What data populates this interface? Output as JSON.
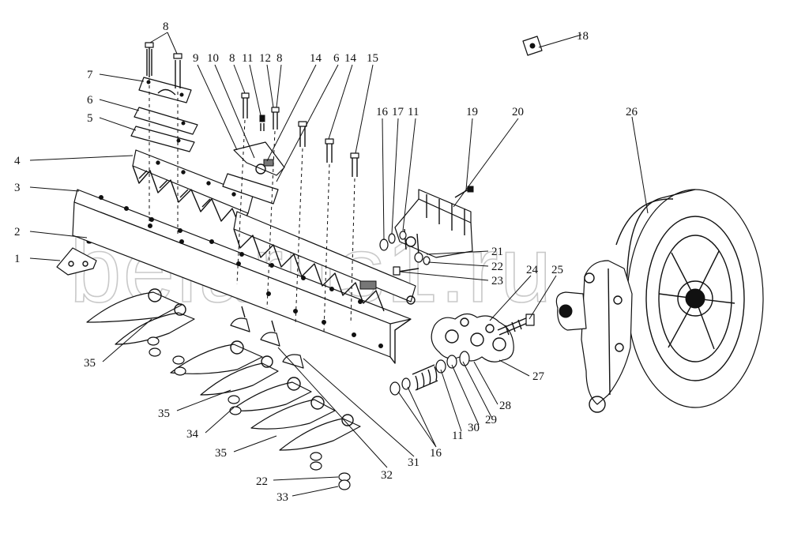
{
  "diagram": {
    "watermark": "belarus1.ru",
    "callouts": [
      {
        "id": "c1",
        "text": "1"
      },
      {
        "id": "c2",
        "text": "2"
      },
      {
        "id": "c3",
        "text": "3"
      },
      {
        "id": "c4",
        "text": "4"
      },
      {
        "id": "c5",
        "text": "5"
      },
      {
        "id": "c6",
        "text": "6"
      },
      {
        "id": "c7",
        "text": "7"
      },
      {
        "id": "c8a",
        "text": "8"
      },
      {
        "id": "c9",
        "text": "9"
      },
      {
        "id": "c10",
        "text": "10"
      },
      {
        "id": "c8b",
        "text": "8"
      },
      {
        "id": "c11a",
        "text": "11"
      },
      {
        "id": "c12",
        "text": "12"
      },
      {
        "id": "c8c",
        "text": "8"
      },
      {
        "id": "c14a",
        "text": "14"
      },
      {
        "id": "c6b",
        "text": "6"
      },
      {
        "id": "c14b",
        "text": "14"
      },
      {
        "id": "c15",
        "text": "15"
      },
      {
        "id": "c16a",
        "text": "16"
      },
      {
        "id": "c17",
        "text": "17"
      },
      {
        "id": "c11b",
        "text": "11"
      },
      {
        "id": "c18",
        "text": "18"
      },
      {
        "id": "c19",
        "text": "19"
      },
      {
        "id": "c20",
        "text": "20"
      },
      {
        "id": "c21",
        "text": "21"
      },
      {
        "id": "c22a",
        "text": "22"
      },
      {
        "id": "c23",
        "text": "23"
      },
      {
        "id": "c24",
        "text": "24"
      },
      {
        "id": "c25",
        "text": "25"
      },
      {
        "id": "c26",
        "text": "26"
      },
      {
        "id": "c27",
        "text": "27"
      },
      {
        "id": "c28",
        "text": "28"
      },
      {
        "id": "c29",
        "text": "29"
      },
      {
        "id": "c30",
        "text": "30"
      },
      {
        "id": "c11c",
        "text": "11"
      },
      {
        "id": "c16b",
        "text": "16"
      },
      {
        "id": "c31",
        "text": "31"
      },
      {
        "id": "c32",
        "text": "32"
      },
      {
        "id": "c35a",
        "text": "35"
      },
      {
        "id": "c35b",
        "text": "35"
      },
      {
        "id": "c34",
        "text": "34"
      },
      {
        "id": "c35c",
        "text": "35"
      },
      {
        "id": "c22b",
        "text": "22"
      },
      {
        "id": "c33",
        "text": "33"
      }
    ]
  }
}
